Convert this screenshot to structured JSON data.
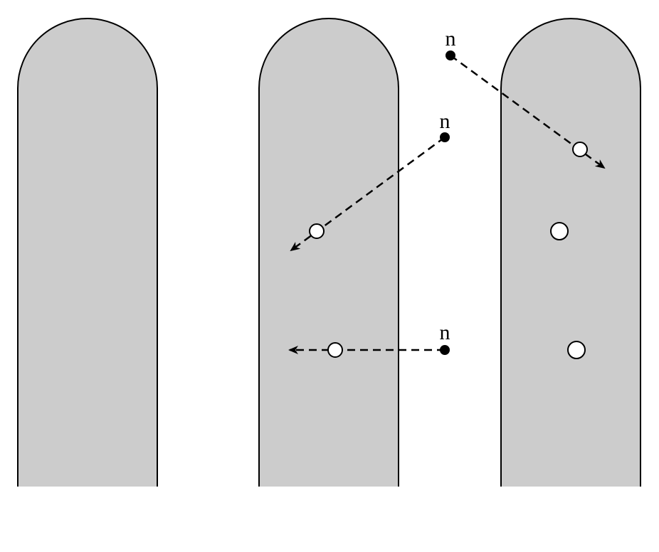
{
  "colors": {
    "background": "#ffffff",
    "rod_fill": "#cccccc",
    "outline": "#000000",
    "hole_fill": "#ffffff",
    "neutron_fill": "#000000"
  },
  "labels": {
    "neutron_1": "n",
    "neutron_2": "n",
    "neutron_3": "n"
  }
}
